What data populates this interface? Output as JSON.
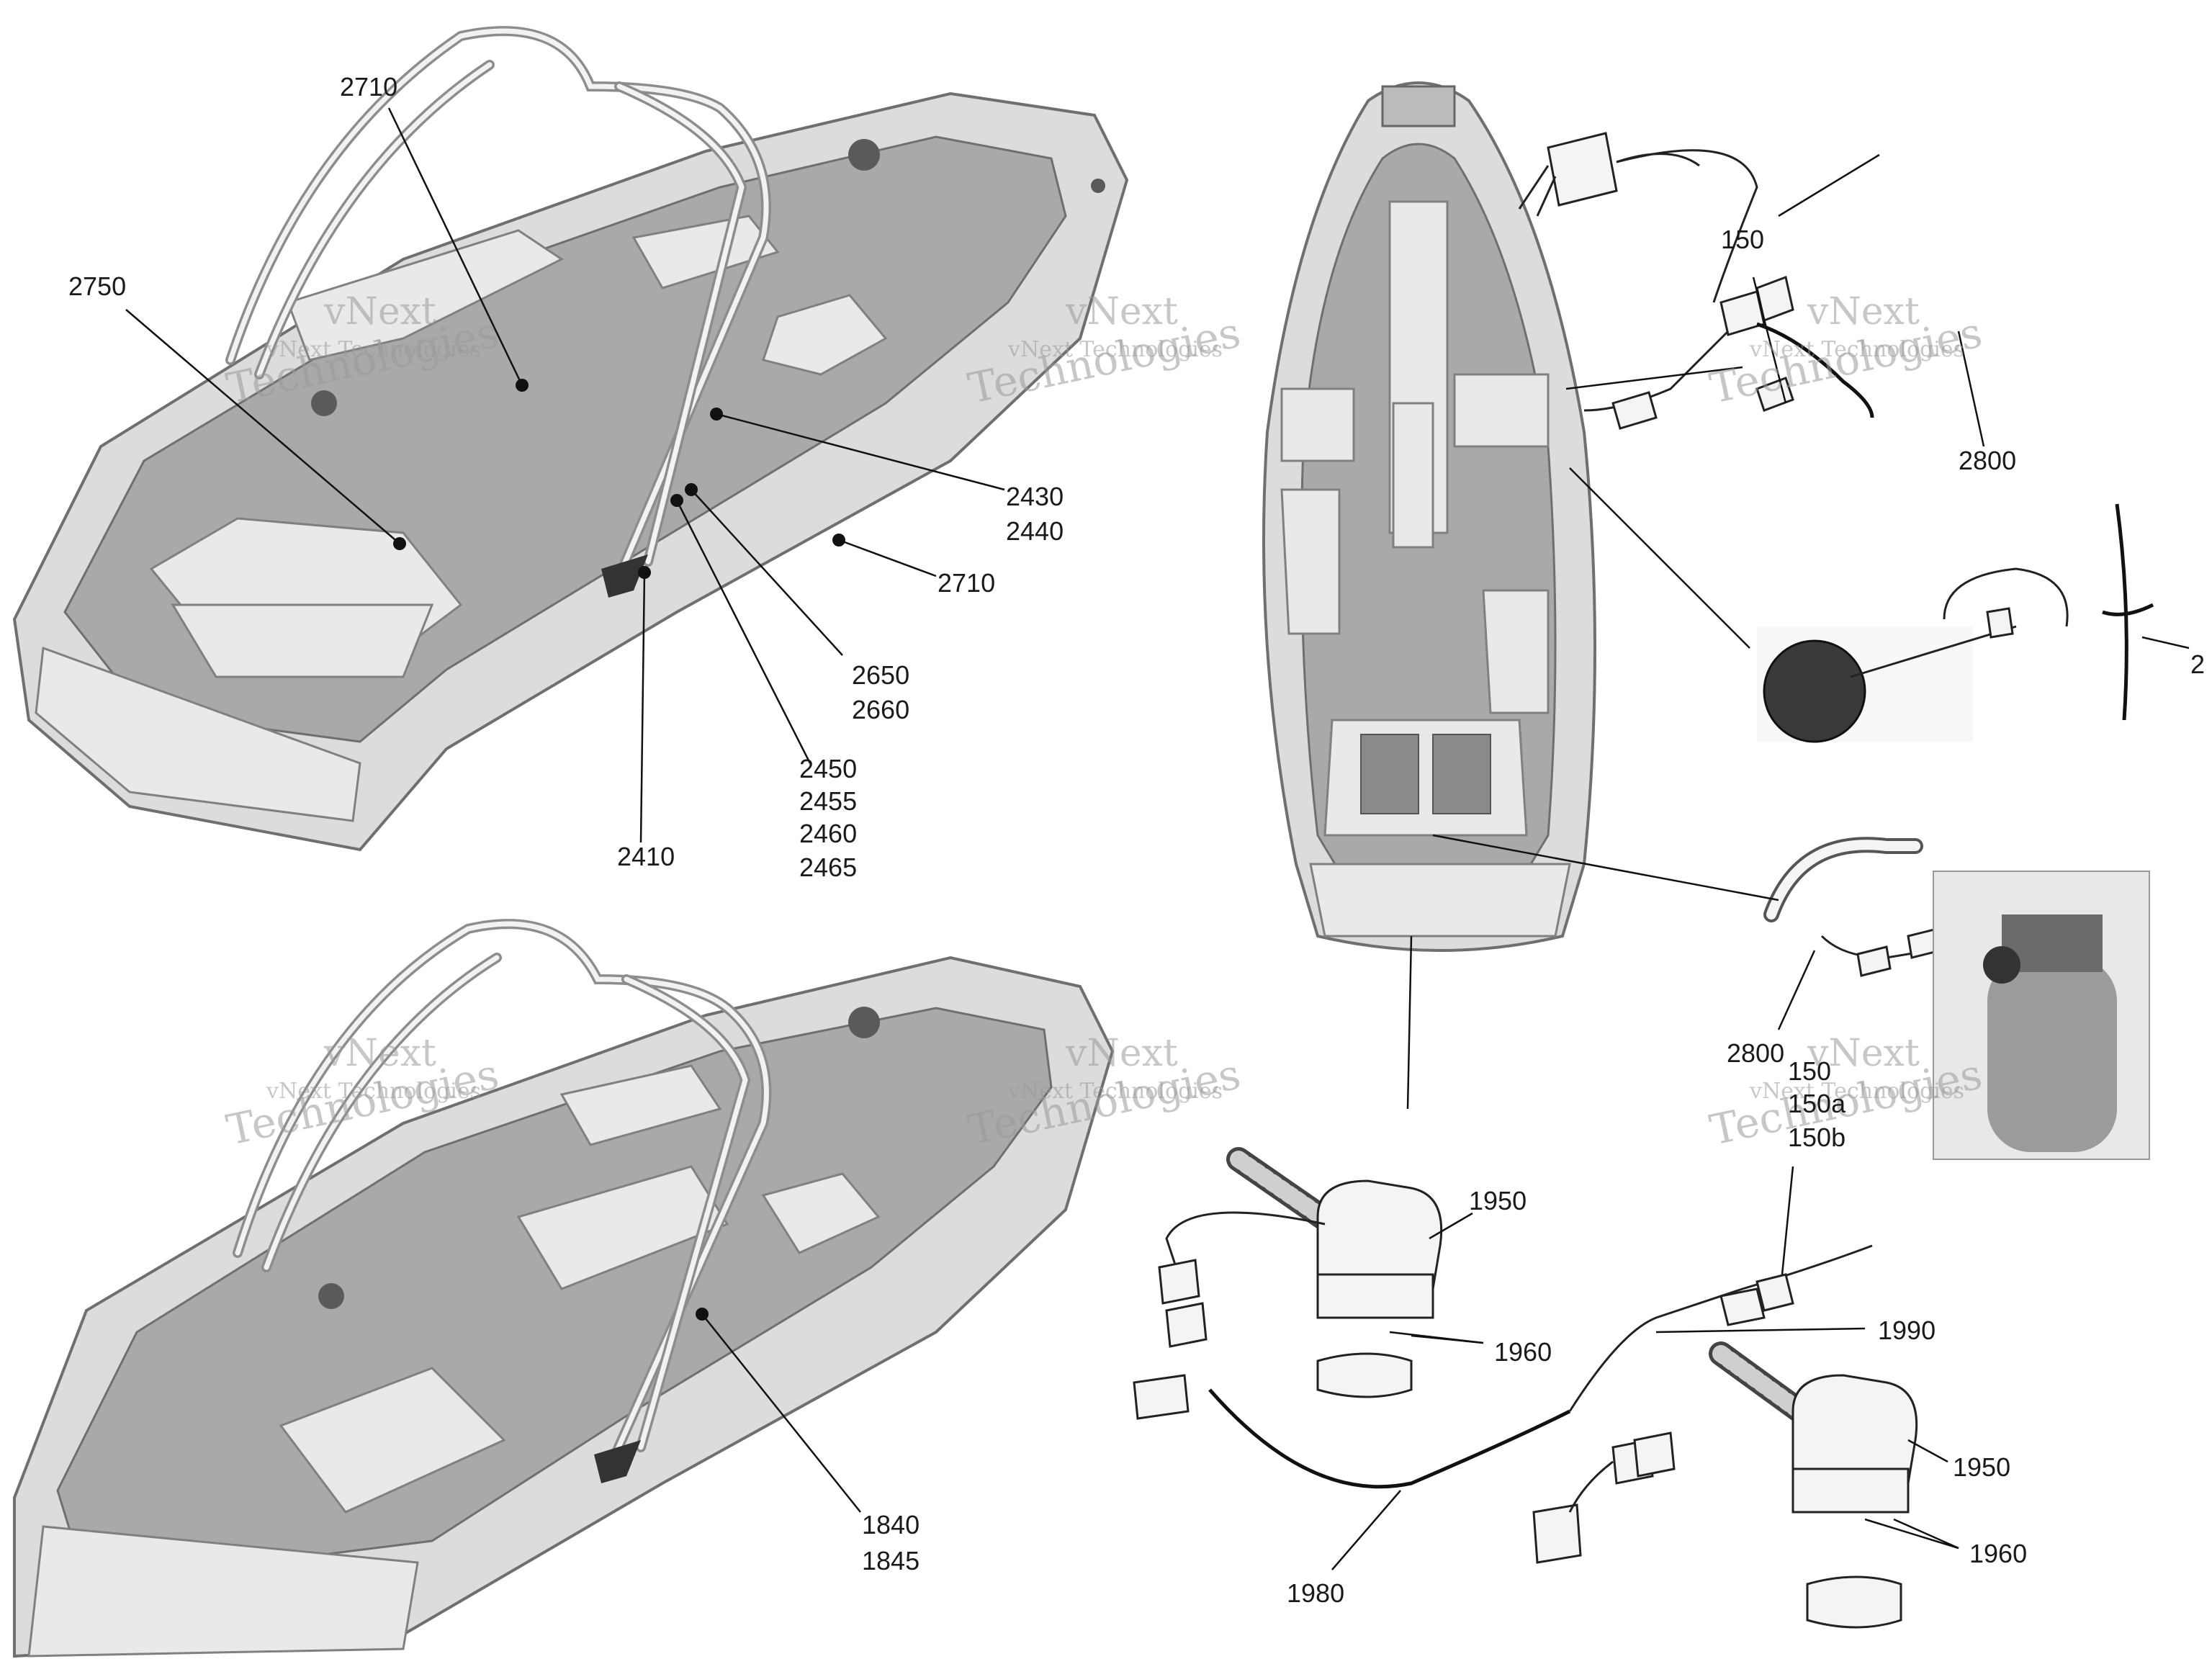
{
  "callouts": {
    "c2710a": "2710",
    "c2750": "2750",
    "c2430": "2430",
    "c2440": "2440",
    "c2710b": "2710",
    "c2650": "2650",
    "c2660": "2660",
    "c2450": "2450",
    "c2455": "2455",
    "c2460": "2460",
    "c2465": "2465",
    "c2410": "2410",
    "c1840": "1840",
    "c1845": "1845",
    "c150a": "150",
    "c2800a": "2800",
    "c2edge": "2",
    "c2800b": "2800",
    "c150b": "150",
    "c150a2": "150a",
    "c150b2": "150b",
    "c1950a": "1950",
    "c1960a": "1960",
    "c1990": "1990",
    "c1950b": "1950",
    "c1960b": "1960",
    "c1980": "1980"
  },
  "watermark": {
    "line1": "vNext",
    "line2": "vNext Technologies",
    "line3": "Technologies"
  },
  "colors": {
    "hull": "#dcdcdc",
    "deck": "#a9a9a9",
    "line": "#111111"
  }
}
